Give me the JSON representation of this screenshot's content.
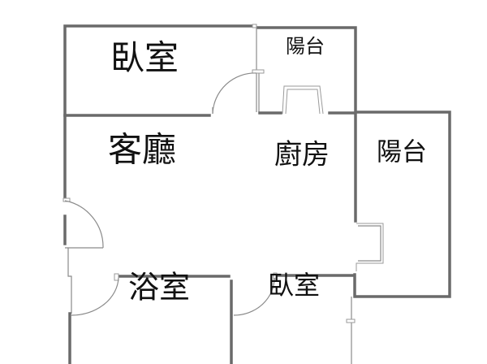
{
  "floor_plan": {
    "rooms": [
      {
        "id": "bedroom-top",
        "label": "臥室"
      },
      {
        "id": "balcony-small",
        "label": "陽台"
      },
      {
        "id": "living-room",
        "label": "客廳"
      },
      {
        "id": "kitchen",
        "label": "廚房"
      },
      {
        "id": "balcony-right",
        "label": "陽台"
      },
      {
        "id": "bathroom",
        "label": "浴室"
      },
      {
        "id": "bedroom-bottom",
        "label": "臥室"
      }
    ],
    "colors": {
      "wall": "#6a6a6a",
      "text": "#111111",
      "background": "#ffffff"
    }
  }
}
